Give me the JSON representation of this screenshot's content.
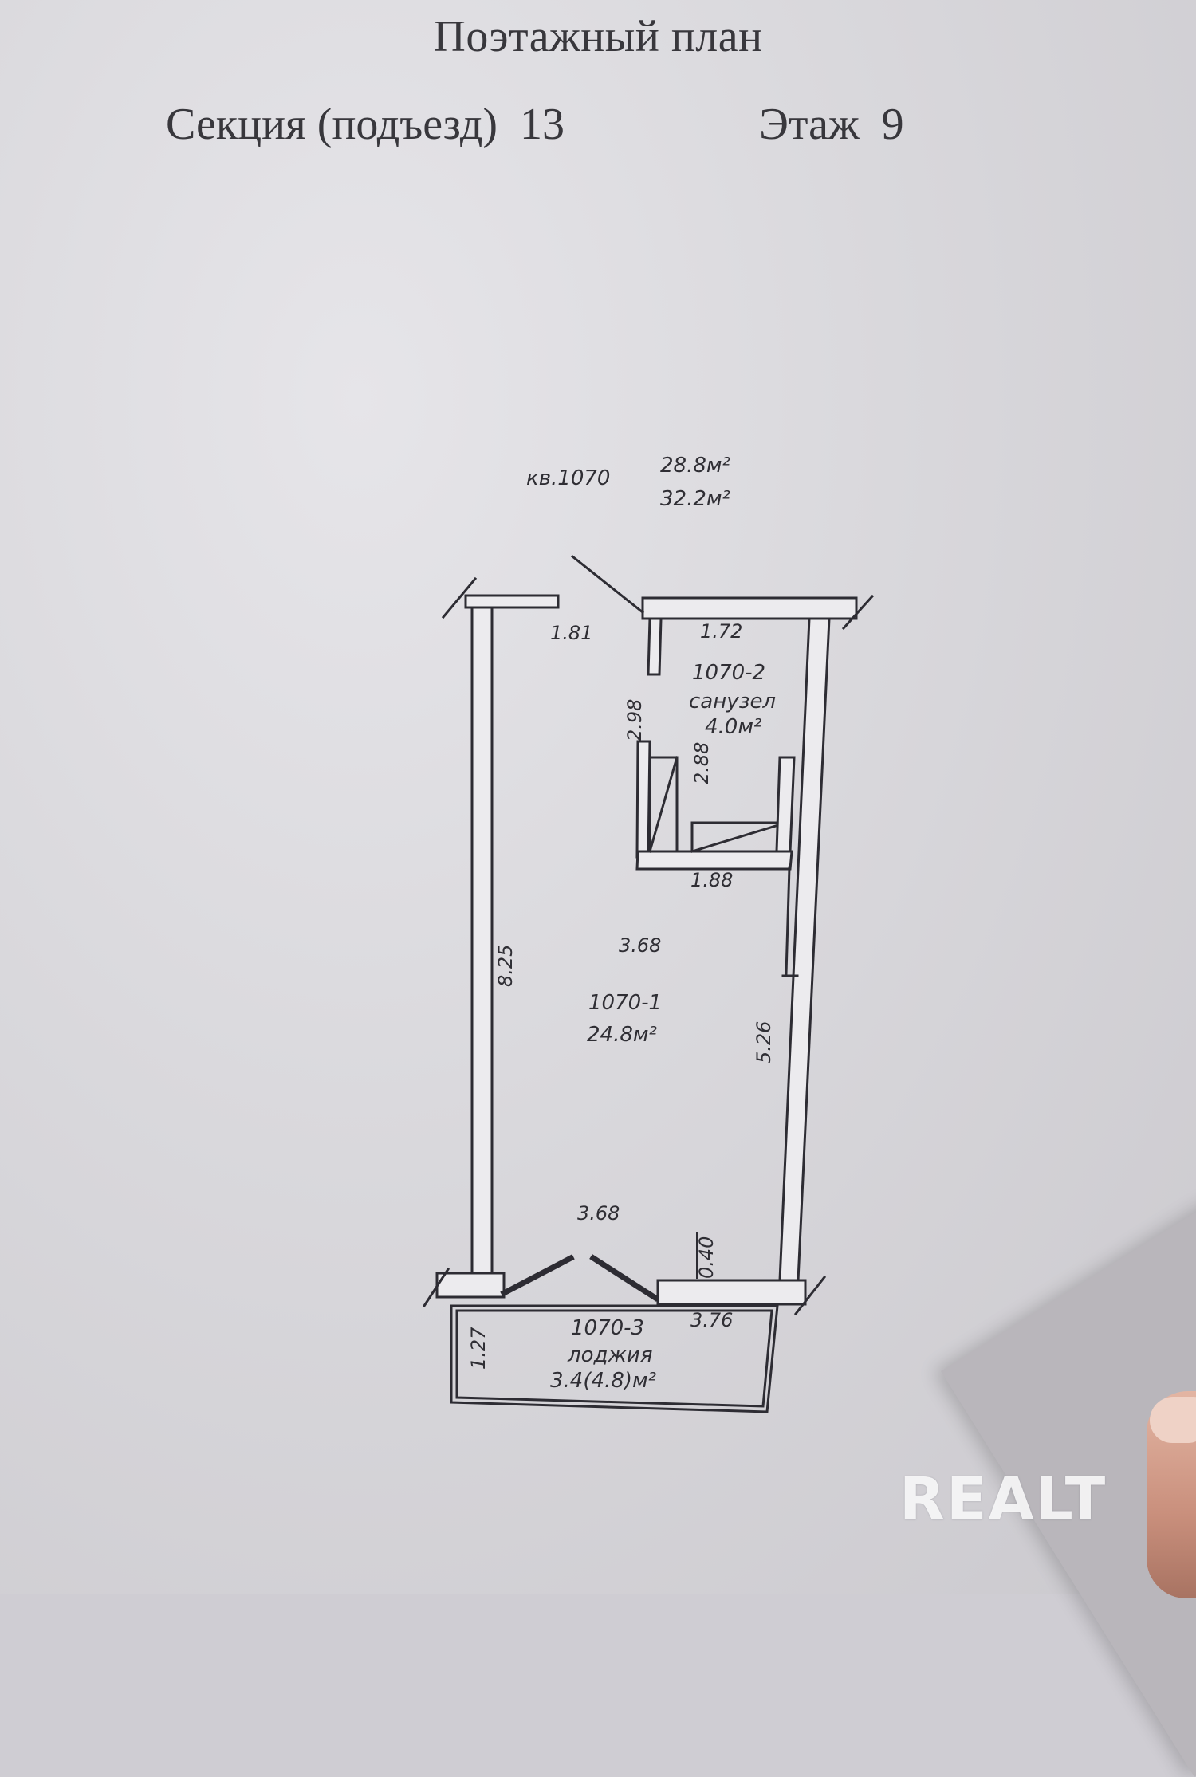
{
  "document": {
    "title": "Поэтажный план",
    "section": "Секция (подъезд)  13",
    "floor": "Этаж  9"
  },
  "apartment": {
    "label": "кв.1070",
    "living_area": "28.8м²",
    "total_area": "32.2м²"
  },
  "rooms": [
    {
      "id": "1070-1",
      "name": "",
      "area": "24.8м²"
    },
    {
      "id": "1070-2",
      "name": "санузел",
      "area": "4.0м²"
    },
    {
      "id": "1070-3",
      "name": "лоджия",
      "area": "3.4(4.8)м²"
    }
  ],
  "dimensions": {
    "hall_width": "1.81",
    "bath_width_top": "1.72",
    "bath_width_bottom": "1.88",
    "bath_outer_height": "2.98",
    "bath_inner_height": "2.88",
    "room_width_mid": "3.68",
    "room_width_bottom": "3.68",
    "total_length": "8.25",
    "room_length": "5.26",
    "door_offset": "0.40",
    "loggia_width": "3.76",
    "loggia_depth": "1.27"
  },
  "watermark": "REALT"
}
